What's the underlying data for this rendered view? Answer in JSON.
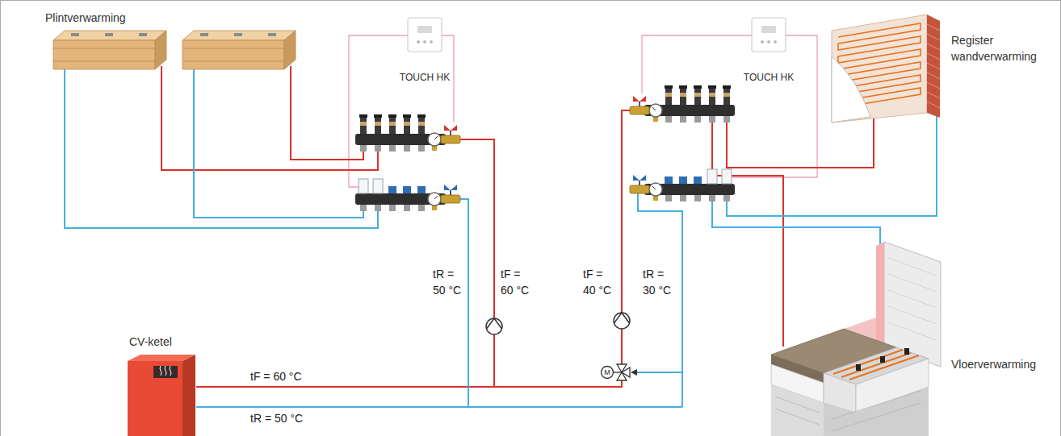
{
  "diagram": {
    "nodes": [
      {
        "text": [
          "Plintverwarming"
        ]
      },
      {
        "text": [
          "TOUCH HK"
        ]
      },
      {
        "text": [
          "TOUCH HK"
        ]
      },
      {
        "text": [
          "Register wandverwarming"
        ]
      },
      {
        "text": [
          "CV-ketel"
        ]
      },
      {
        "text": [
          "Vloerverwarming"
        ]
      }
    ],
    "labels": [
      "tR = 50 °C",
      "tF = 60 °C",
      "tF = 40 °C",
      "tR = 30 °C",
      "M",
      "tF = 60 °C",
      "tR = 50 °C"
    ]
  }
}
